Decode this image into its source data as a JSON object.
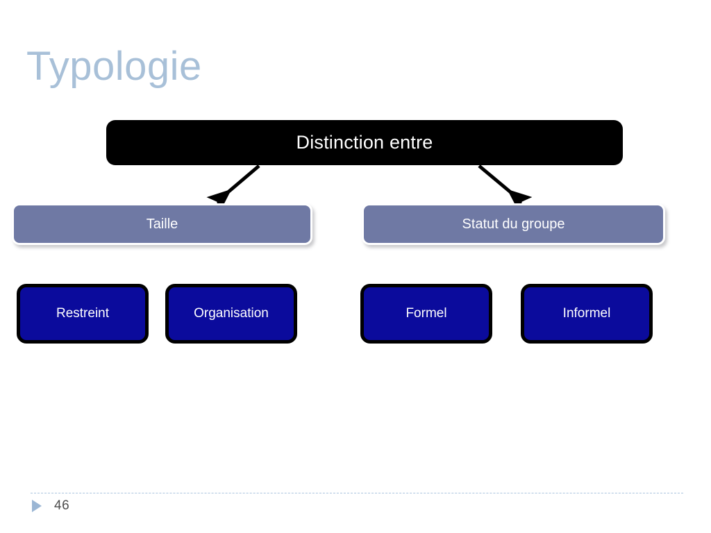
{
  "slide": {
    "title": "Typologie",
    "title_color": "#a8c0d8",
    "background_color": "#ffffff"
  },
  "diagram": {
    "type": "tree",
    "root": {
      "id": "distinction-entre",
      "label": "Distinction entre",
      "fill_color": "#000000",
      "text_color": "#ffffff"
    },
    "branches": [
      {
        "id": "taille",
        "label": "Taille",
        "fill_color": "#6f79a4",
        "border_color": "#ffffff",
        "text_color": "#ffffff",
        "children": [
          {
            "id": "restreint",
            "label": "Restreint",
            "fill_color": "#0b0b9c",
            "border_color": "#000000",
            "text_color": "#ffffff"
          },
          {
            "id": "organisation",
            "label": "Organisation",
            "fill_color": "#0b0b9c",
            "border_color": "#000000",
            "text_color": "#ffffff"
          }
        ]
      },
      {
        "id": "statut-du-groupe",
        "label": "Statut du groupe",
        "fill_color": "#6f79a4",
        "border_color": "#ffffff",
        "text_color": "#ffffff",
        "children": [
          {
            "id": "formel",
            "label": "Formel",
            "fill_color": "#0b0b9c",
            "border_color": "#000000",
            "text_color": "#ffffff"
          },
          {
            "id": "informel",
            "label": "Informel",
            "fill_color": "#0b0b9c",
            "border_color": "#000000",
            "text_color": "#ffffff"
          }
        ]
      }
    ],
    "connectors": [
      {
        "id": "arrow-root-to-taille",
        "from": "distinction-entre",
        "to": "taille",
        "direction": "down-left",
        "color": "#000000"
      },
      {
        "id": "arrow-root-to-statut",
        "from": "distinction-entre",
        "to": "statut-du-groupe",
        "direction": "down-right",
        "color": "#000000"
      }
    ]
  },
  "footer": {
    "page_number": "46",
    "bullet_icon": "triangle-right-icon",
    "bullet_color": "#9bb6d4",
    "rule_color": "#a9c2dd"
  }
}
